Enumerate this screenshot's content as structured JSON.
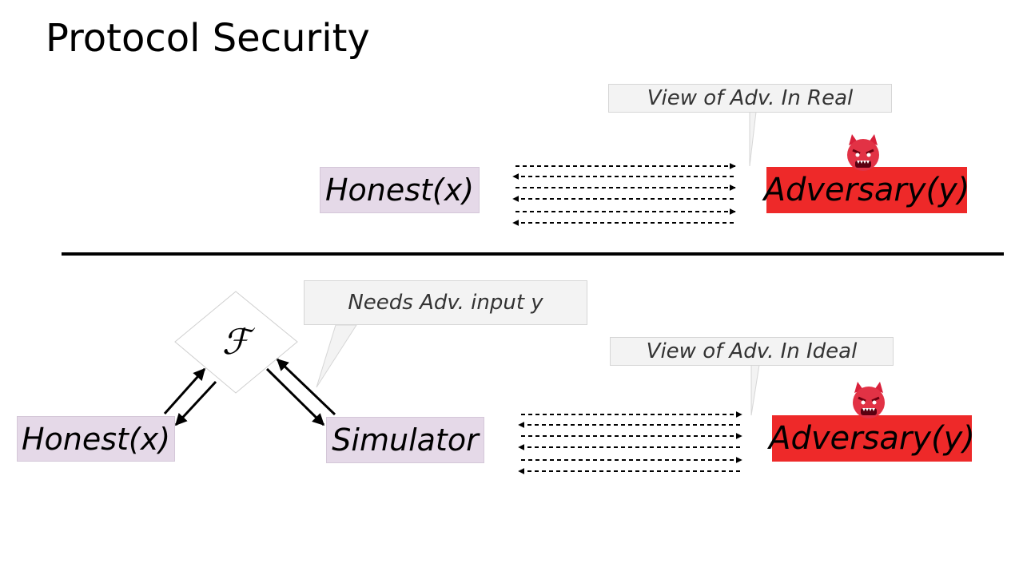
{
  "slide": {
    "title": "Protocol Security"
  },
  "real_world": {
    "honest_label": "Honest(x)",
    "adversary_label": "Adversary(y)",
    "callout": "View of Adv. In Real"
  },
  "ideal_world": {
    "functionality_label": "ℱ",
    "callout_needs": "Needs Adv. input y",
    "honest_label": "Honest(x)",
    "simulator_label": "Simulator",
    "adversary_label": "Adversary(y)",
    "callout_view": "View of Adv. In Ideal"
  },
  "icons": {
    "adversary": "devil-face-icon"
  },
  "colors": {
    "honest_fill": "#e5d9e8",
    "adversary_fill": "#ee2929",
    "callout_fill": "#f3f3f3"
  }
}
